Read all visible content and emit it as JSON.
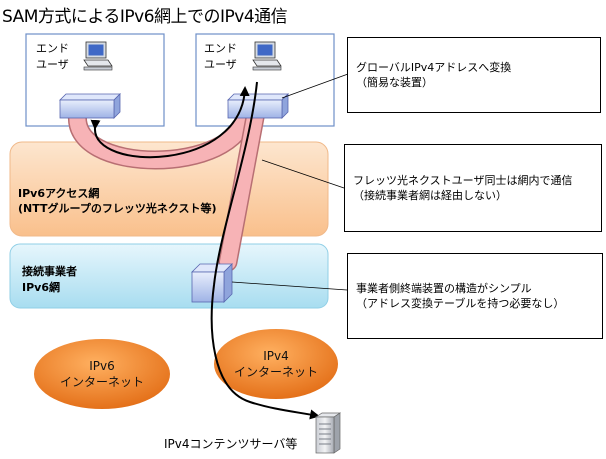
{
  "title": "SAM方式によるIPv6網上でのIPv4通信",
  "end_user_left": [
    "エンド",
    "ユーザ"
  ],
  "end_user_right": [
    "エンド",
    "ユーザ"
  ],
  "ipv6_access_network": {
    "title": "IPv6アクセス網",
    "subtitle": "(NTTグループのフレッツ光ネクスト等)"
  },
  "provider_network": {
    "line1": "接続事業者",
    "line2": "IPv6網"
  },
  "callouts": [
    {
      "lines": [
        "グローバルIPv4アドレスへ変換",
        "（簡易な装置）"
      ]
    },
    {
      "lines": [
        "フレッツ光ネクストユーザ同士は網内で通信",
        "（接続事業者網は経由しない）"
      ]
    },
    {
      "lines": [
        "事業者側終端装置の構造がシンプル",
        "（アドレス変換テーブルを持つ必要なし）"
      ]
    }
  ],
  "clouds": [
    {
      "lines": [
        "IPv6",
        "インターネット"
      ]
    },
    {
      "lines": [
        "IPv4",
        "インターネット"
      ]
    }
  ],
  "server_label": "IPv4コンテンツサーバ等",
  "colors": {
    "access_network_fill": "#fbd3ad",
    "provider_network_fill": "#c8ebf7",
    "tunnel": "#f5a3a6",
    "cloud_orange": "#ee7f22",
    "device_fill": "#b8c8f0",
    "device_outline": "#5866b0"
  }
}
